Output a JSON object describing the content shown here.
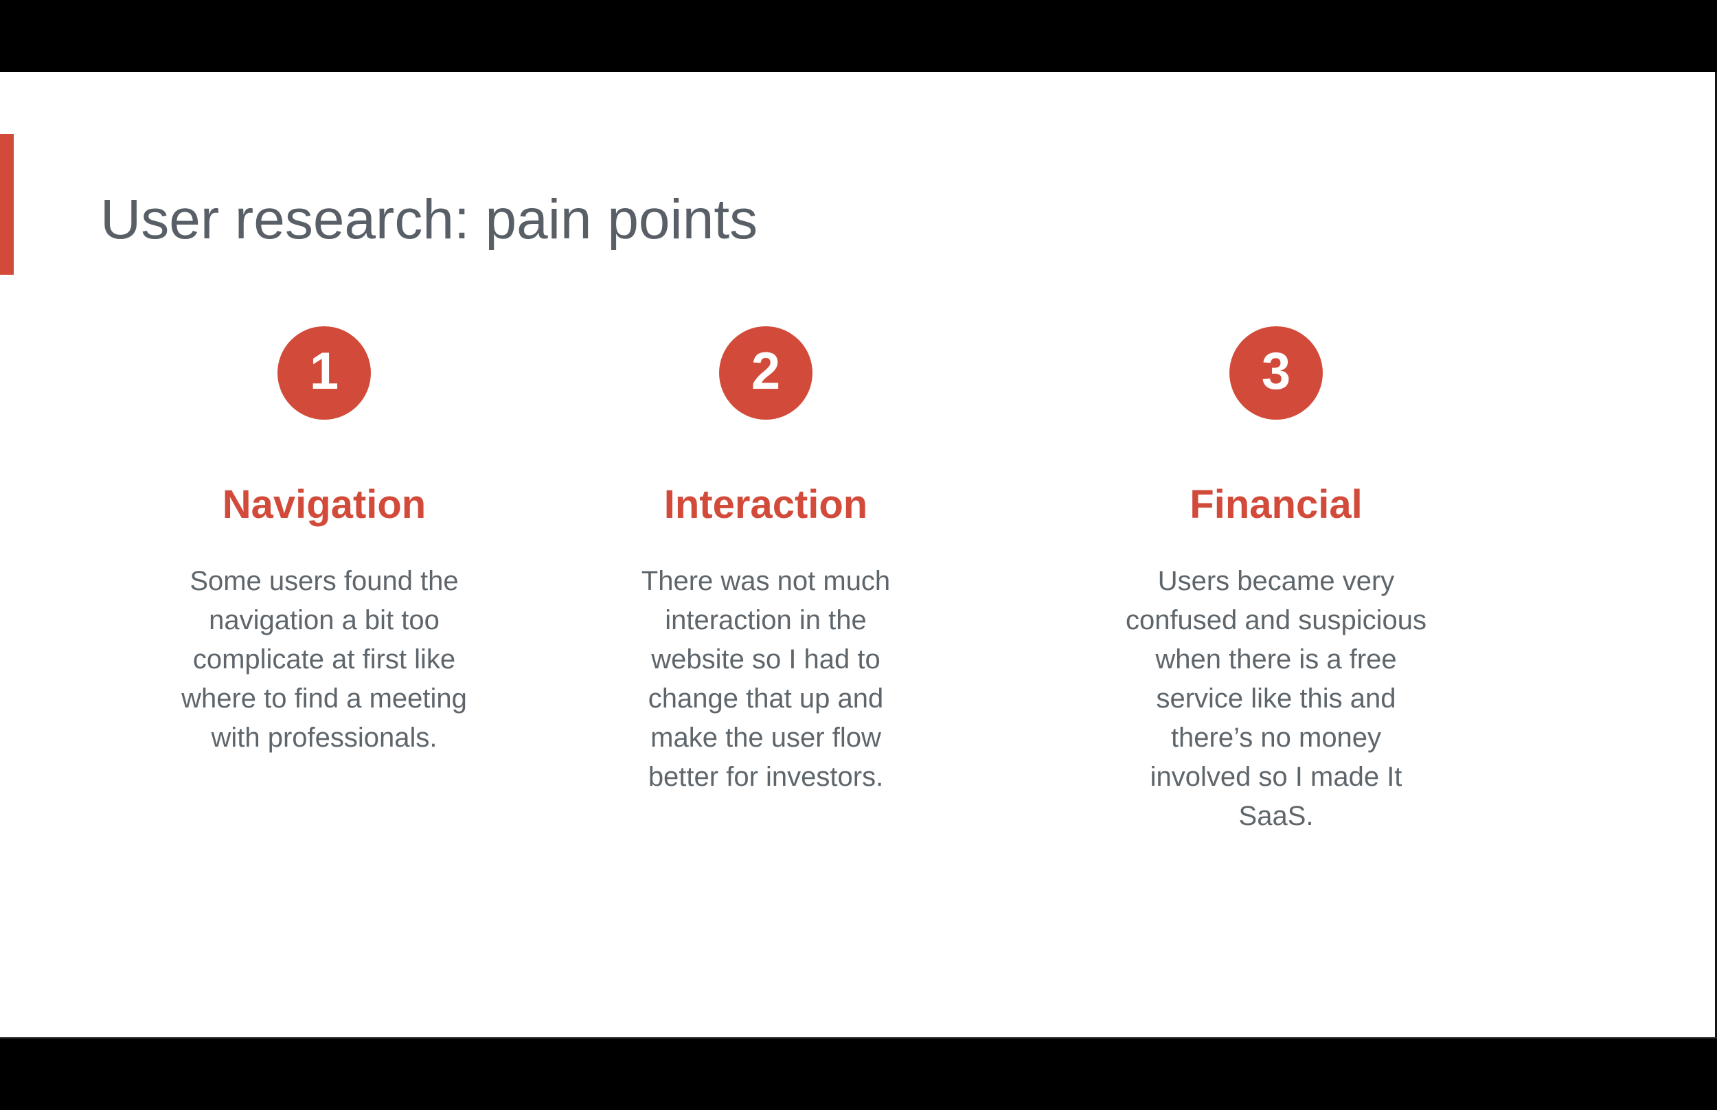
{
  "slide": {
    "title": "User research: pain points",
    "accent_color": "#D24B3A",
    "title_color": "#595F66",
    "body_color": "#5E666C",
    "columns": [
      {
        "number": "1",
        "heading": "Navigation",
        "body": "Some users found the\nnavigation a bit too\ncomplicate at first like\nwhere to find a meeting\nwith professionals."
      },
      {
        "number": "2",
        "heading": "Interaction",
        "body": "There was not much\ninteraction in the\nwebsite so I had to\nchange that up and\nmake the user flow\nbetter for investors."
      },
      {
        "number": "3",
        "heading": "Financial",
        "body": "Users became very\nconfused and suspicious\nwhen there is a free\nservice like this and\nthere’s no money\ninvolved so I made It\nSaaS."
      }
    ]
  }
}
